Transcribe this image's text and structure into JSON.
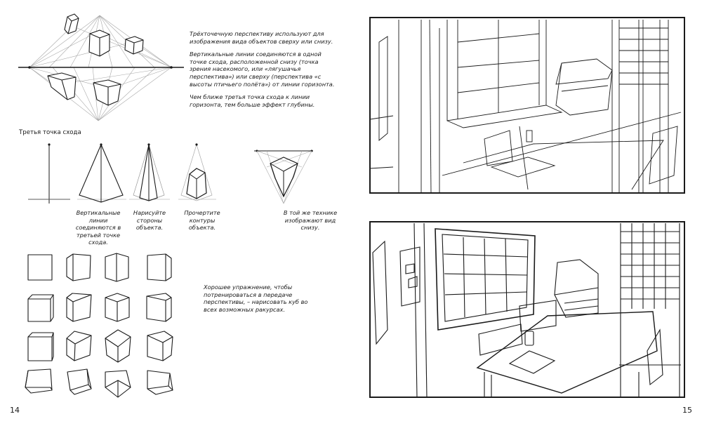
{
  "left_page": {
    "intro_paragraphs": [
      "Трёхточечную перспективу используют для изображения вида объектов сверху или снизу.",
      "Вертикальные линии соединяются в одной точке схода, расположенной снизу (точка зрения насекомого, или «лягушачья перспектива») или сверху (перспектива «с высоты птичьего полёта») от линии горизонта.",
      "Чем ближе третья точка схода к линии горизонта, тем больше эффект глубины."
    ],
    "third_point_label": "Третья точка схода",
    "step_captions": [
      "Вертикальные линии соединяются в третьей точке схода.",
      "Нарисуйте стороны объекта.",
      "Прочертите контуры объекта.",
      "В той же технике изображают вид снизу."
    ],
    "exercise_text": "Хорошее упражнение, чтобы потренироваться в передаче перспективы, – нарисовать куб во всех возможных ракурсах.",
    "page_number": "14"
  },
  "right_page": {
    "page_number": "15"
  },
  "colors": {
    "ink": "#1a1a1a",
    "guide": "#9a9a9a",
    "paper": "#ffffff"
  }
}
